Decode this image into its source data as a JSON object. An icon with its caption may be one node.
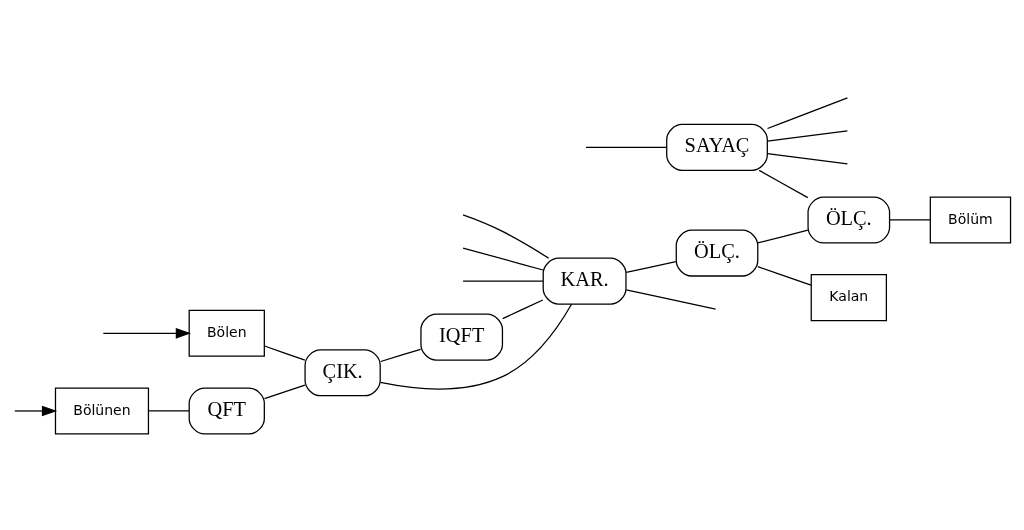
{
  "diagram": {
    "nodes": [
      {
        "text": [
          "Bölünen"
        ]
      },
      {
        "text": [
          "QFT"
        ]
      },
      {
        "text": [
          "ÇIK."
        ]
      },
      {
        "text": [
          "IQFT"
        ]
      },
      {
        "text": [
          "KAR."
        ]
      },
      {
        "text": [
          "ÖLÇ."
        ]
      },
      {
        "text": [
          "Kalan"
        ]
      },
      {
        "text": [
          "Bölen"
        ]
      },
      {
        "text": [
          "SAYAÇ"
        ]
      },
      {
        "text": [
          "ÖLÇ."
        ]
      },
      {
        "text": [
          "Bölüm"
        ]
      }
    ],
    "edges": [
      {
        "from": 0,
        "to": 1,
        "arrow": "none"
      },
      {
        "from": 1,
        "to": 2,
        "arrow": "none"
      },
      {
        "from": 2,
        "to": 3,
        "arrow": "none"
      },
      {
        "from": 3,
        "to": 4,
        "arrow": "none"
      },
      {
        "from": 4,
        "to": 5,
        "arrow": "none"
      },
      {
        "from": 5,
        "to": 6,
        "arrow": "none"
      },
      {
        "from": 7,
        "to": 2,
        "arrow": "none"
      },
      {
        "from": 2,
        "to": 4,
        "arrow": "none"
      },
      {
        "from": 4,
        "to": null,
        "arrow": "none"
      },
      {
        "from": null,
        "to": 4,
        "arrow": "none"
      },
      {
        "from": null,
        "to": 4,
        "arrow": "none"
      },
      {
        "from": null,
        "to": 4,
        "arrow": "none"
      },
      {
        "from": 8,
        "to": null,
        "arrow": "none"
      },
      {
        "from": 8,
        "to": null,
        "arrow": "none"
      },
      {
        "from": 8,
        "to": null,
        "arrow": "none"
      },
      {
        "from": 5,
        "to": 9,
        "arrow": "none"
      },
      {
        "from": null,
        "to": 8,
        "arrow": "none"
      },
      {
        "from": 8,
        "to": 9,
        "arrow": "none"
      },
      {
        "from": 9,
        "to": 10,
        "arrow": "none"
      },
      {
        "from": null,
        "to": 0,
        "arrow": "to"
      },
      {
        "from": null,
        "to": 7,
        "arrow": "to"
      }
    ]
  }
}
